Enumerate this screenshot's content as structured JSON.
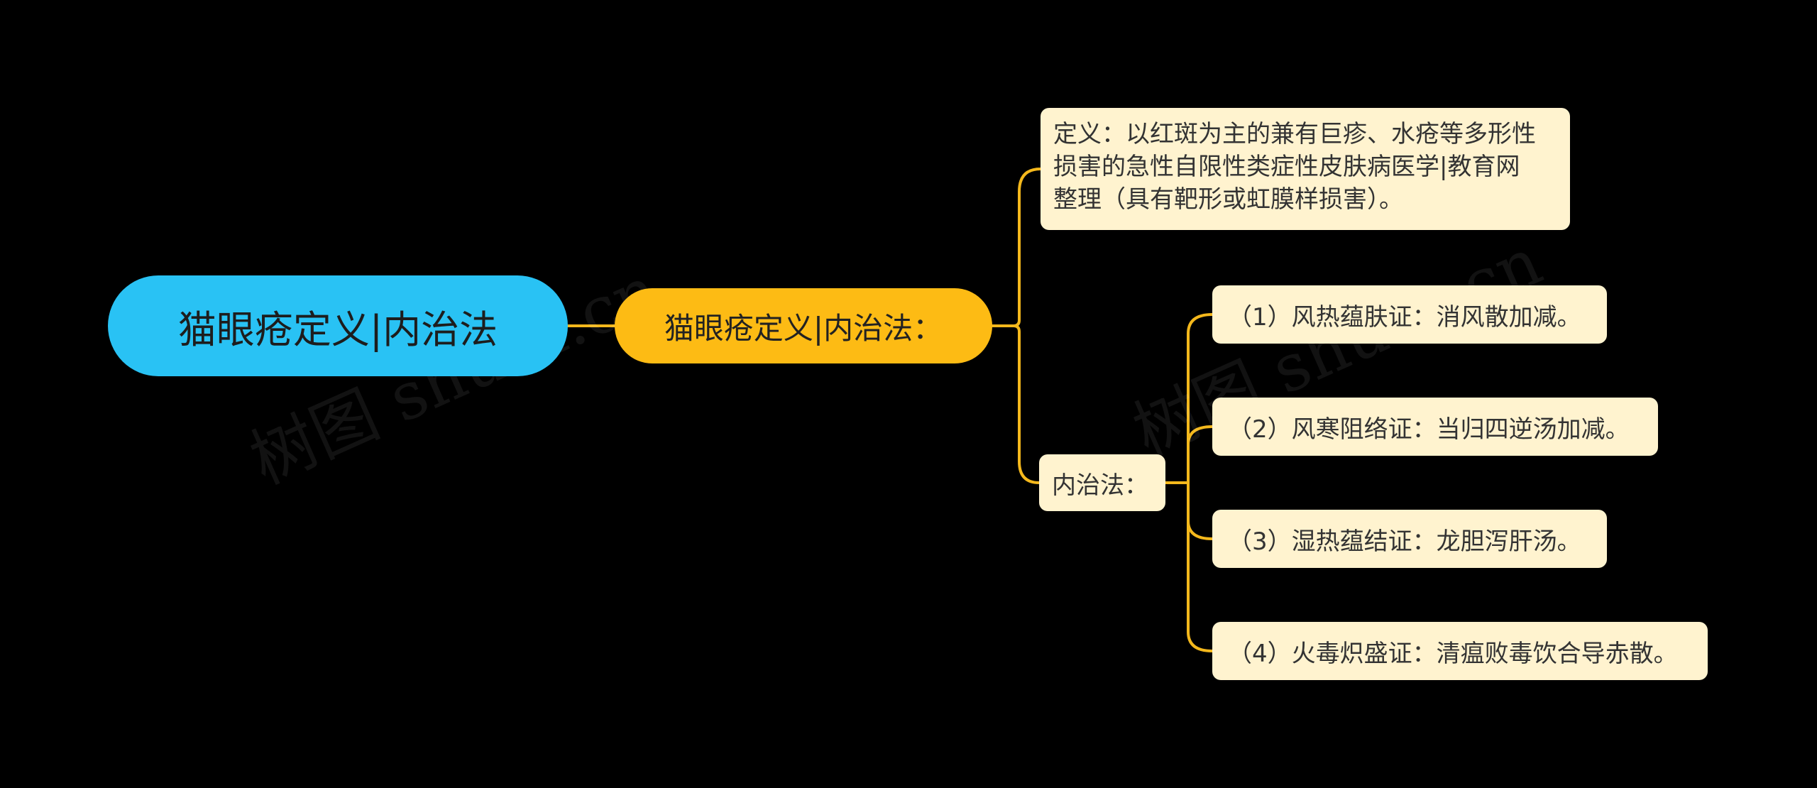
{
  "mindmap": {
    "root": {
      "label": "猫眼疮定义|内治法"
    },
    "main": {
      "label": "猫眼疮定义|内治法："
    },
    "definition": {
      "lines": [
        "定义：以红斑为主的兼有巨疹、水疮等多形性",
        "损害的急性自限性类症性皮肤病医学|教育网",
        "整理（具有靶形或虹膜样损害）。"
      ]
    },
    "neizhi": {
      "label": "内治法：",
      "items": [
        "（1）风热蕴肤证：消风散加减。",
        "（2）风寒阻络证：当归四逆汤加减。",
        "（3）湿热蕴结证：龙胆泻肝汤。",
        "（4）火毒炽盛证：清瘟败毒饮合导赤散。"
      ]
    }
  },
  "watermark": {
    "text": "树图 shutu.cn"
  },
  "colors": {
    "background": "#000000",
    "root_fill": "#29c2f4",
    "main_fill": "#fdbb14",
    "leaf_fill": "#fff3cf",
    "connector": "#f4b81c"
  }
}
